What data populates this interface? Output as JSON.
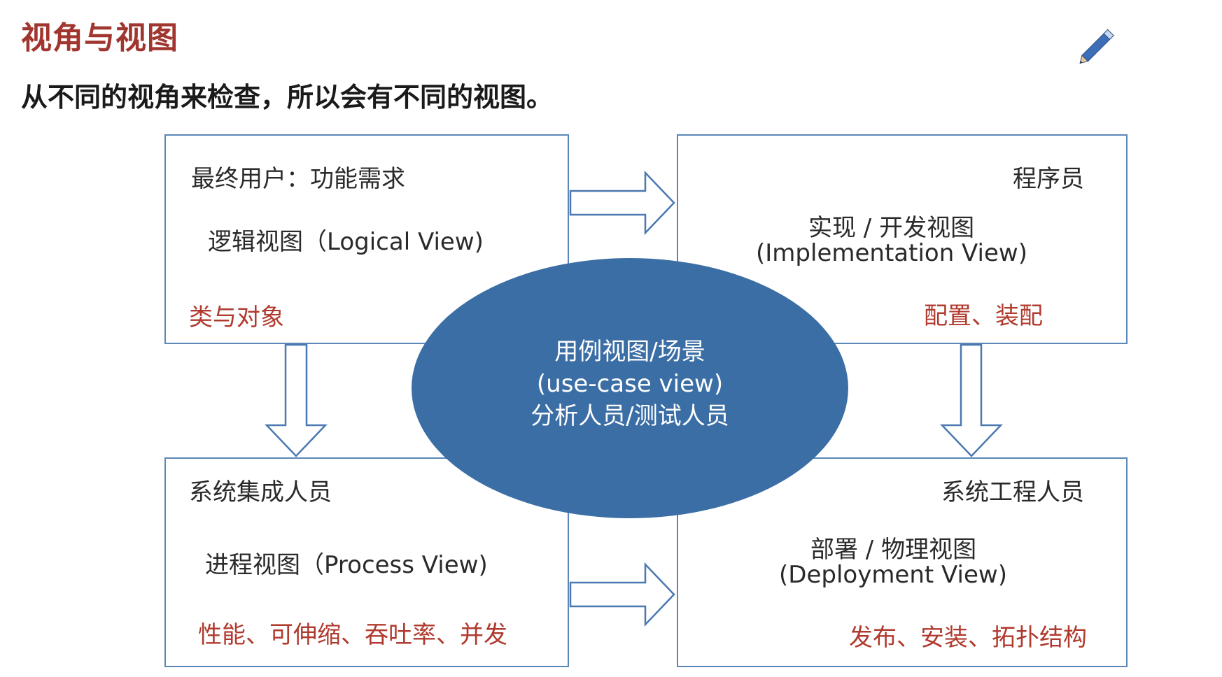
{
  "header": {
    "title": "视角与视图",
    "subtitle": "从不同的视角来检查，所以会有不同的视图。"
  },
  "diagram": {
    "logical": {
      "role": "最终用户：功能需求",
      "view": "逻辑视图（Logical View)",
      "concerns": "类与对象"
    },
    "implementation": {
      "role": "程序员",
      "view_line1": "实现 / 开发视图",
      "view_line2": "(Implementation View)",
      "concerns": "配置、装配"
    },
    "process": {
      "role": "系统集成人员",
      "view": "进程视图（Process View)",
      "concerns": "性能、可伸缩、吞吐率、并发"
    },
    "deployment": {
      "role": "系统工程人员",
      "view_line1": "部署 / 物理视图",
      "view_line2": "(Deployment View)",
      "concerns": "发布、安装、拓扑结构"
    },
    "usecase": {
      "line1": "用例视图/场景",
      "line2": "(use-case view)",
      "line3": "分析人员/测试人员"
    }
  },
  "colors": {
    "title": "#a0362f",
    "accent_red": "#b03a2e",
    "box_border": "#5b86b8",
    "ellipse_fill": "#3b6ea5",
    "arrow_stroke": "#4a78b0"
  },
  "icons": {
    "pen": "pencil-icon"
  }
}
